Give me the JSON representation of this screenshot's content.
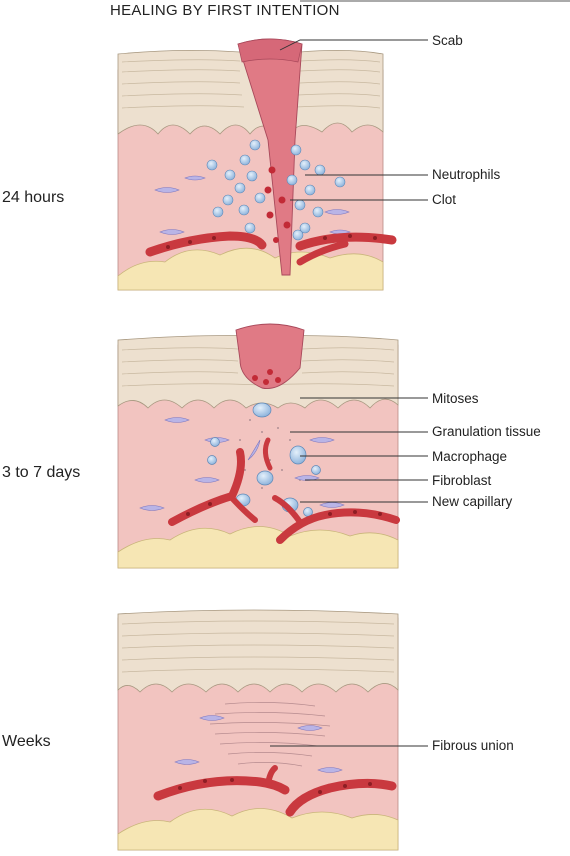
{
  "title": "HEALING BY FIRST INTENTION",
  "stages": [
    {
      "label": "24 hours"
    },
    {
      "label": "3 to 7 days"
    },
    {
      "label": "Weeks"
    }
  ],
  "callouts": {
    "scab": "Scab",
    "neutrophils": "Neutrophils",
    "clot": "Clot",
    "mitoses": "Mitoses",
    "granulation_tissue": "Granulation tissue",
    "macrophage": "Macrophage",
    "fibroblast": "Fibroblast",
    "new_capillary": "New capillary",
    "fibrous_union": "Fibrous union"
  },
  "colors": {
    "dermis": "#f2c4c0",
    "epidermis": "#ede0cf",
    "fat": "#f6e6b4",
    "scab": "#e07a85",
    "vessel": "#c9393f",
    "neutrophil": "#a9c8e8",
    "fibroblast": "#b9b4e6"
  }
}
